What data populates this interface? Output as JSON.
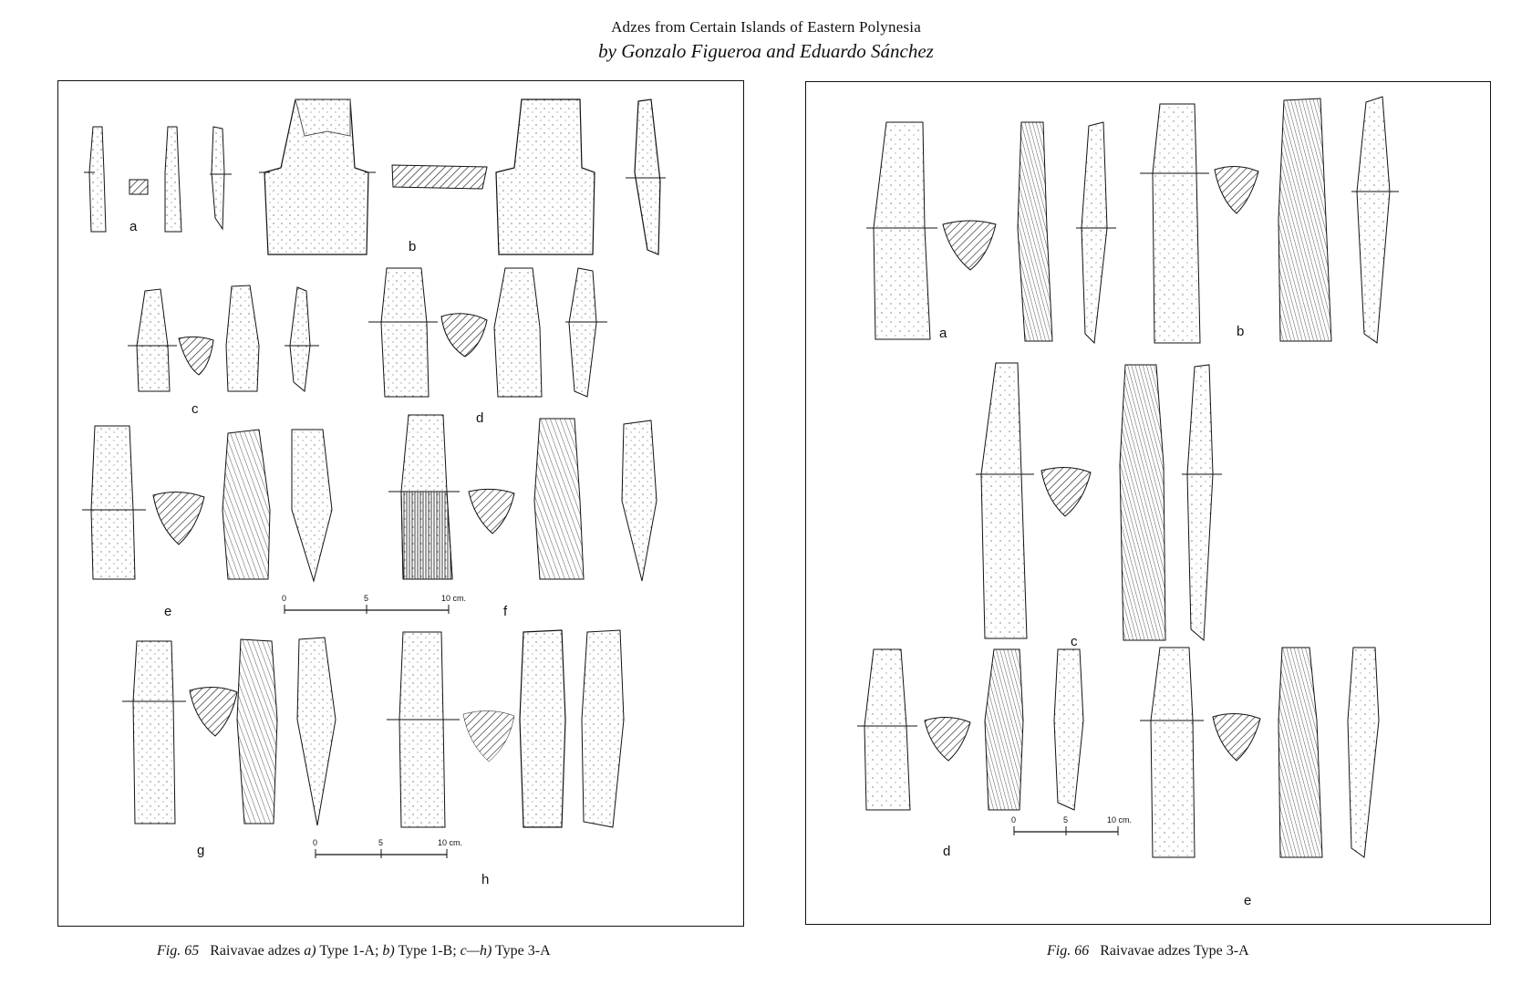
{
  "header": {
    "title": "Adzes from Certain Islands of Eastern Polynesia",
    "authors": "by Gonzalo Figueroa and Eduardo Sánchez"
  },
  "fig65": {
    "letters": [
      "a",
      "b",
      "c",
      "d",
      "e",
      "f",
      "g",
      "h"
    ],
    "scale_upper": {
      "zero": "0",
      "five": "5",
      "ten": "10 cm."
    },
    "scale_lower": {
      "zero": "0",
      "five": "5",
      "ten": "10 cm."
    },
    "caption": {
      "fig": "Fig. 65",
      "text1": "Raivavae adzes ",
      "a": "a)",
      "text2": " Type 1-A; ",
      "b": "b)",
      "text3": " Type 1-B; ",
      "ch": "c—h)",
      "text4": " Type 3-A"
    }
  },
  "fig66": {
    "letters": [
      "a",
      "b",
      "c",
      "d",
      "e"
    ],
    "scale": {
      "zero": "0",
      "five": "5",
      "ten": "10 cm."
    },
    "caption": {
      "fig": "Fig. 66",
      "text": "Raivavae adzes Type 3-A"
    }
  }
}
